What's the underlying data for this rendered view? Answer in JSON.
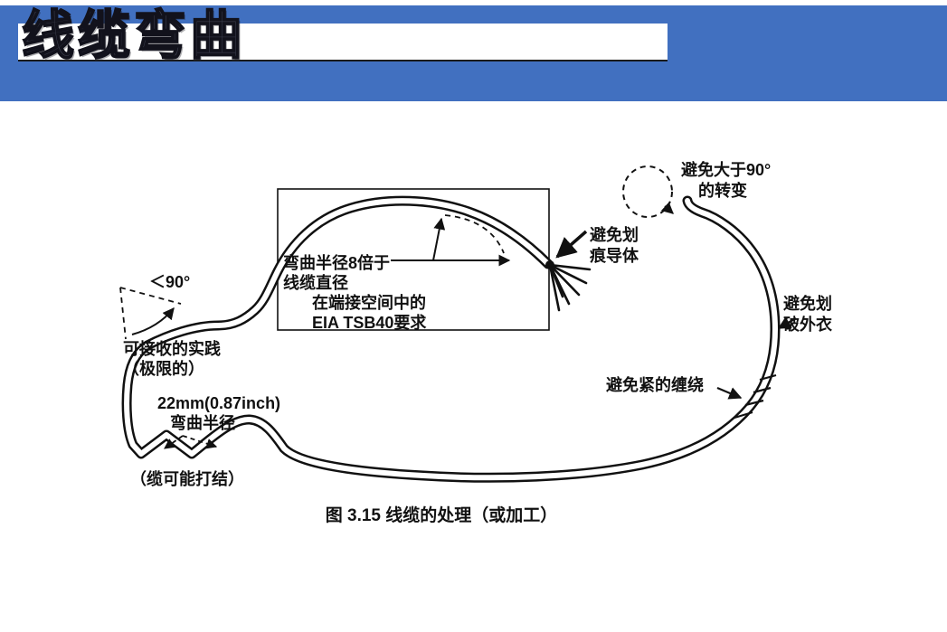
{
  "slide": {
    "title": "线缆弯曲",
    "header_color": "#4170c0",
    "background_color": "#ffffff"
  },
  "diagram": {
    "caption": "图 3.15  线缆的处理（或加工）",
    "labels": {
      "avoid_turn_1": "避免大于90°",
      "avoid_turn_2": "的转变",
      "scratch_conductor_1": "避免划",
      "scratch_conductor_2": "痕导体",
      "scratch_jacket_1": "避免划",
      "scratch_jacket_2": "破外衣",
      "tight_wrap": "避免紧的缠绕",
      "bend_radius_1": "弯曲半径8倍于",
      "bend_radius_2": "线缆直径",
      "eia_1": "在端接空间中的",
      "eia_2": "EIA TSB40要求",
      "angle_lt90": "＜90°",
      "acceptable_1": "可接收的实践",
      "acceptable_2": "（极限的）",
      "radius22_1": "22mm(0.87inch)",
      "radius22_2": "弯曲半径",
      "kink_note": "（缆可能打结）"
    }
  }
}
